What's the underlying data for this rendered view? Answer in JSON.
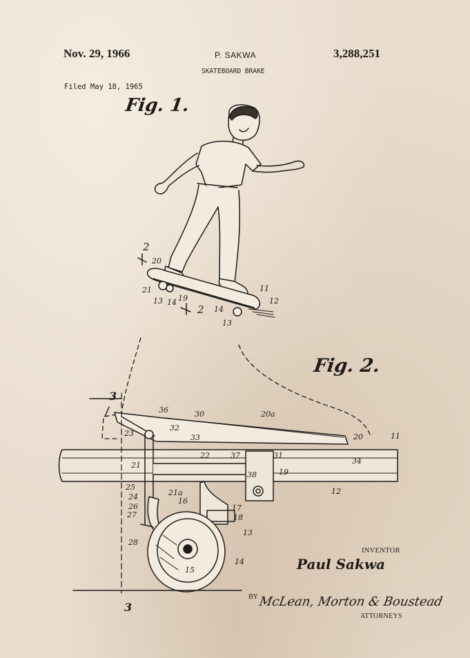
{
  "header": {
    "date": "Nov. 29, 1966",
    "inventor": "P. SAKWA",
    "patent_number": "3,288,251",
    "title": "SKATEBOARD BRAKE",
    "filed": "Filed May 18, 1965"
  },
  "figures": {
    "fig1_label": "Fig. 1.",
    "fig2_label": "Fig. 2."
  },
  "section_marks": {
    "fig1_a": "2",
    "fig1_b": "2",
    "fig2_a": "3",
    "fig2_b": "3"
  },
  "ref_numbers": {
    "fig1": [
      "20",
      "21",
      "13",
      "14",
      "19",
      "11",
      "12",
      "14",
      "13"
    ],
    "fig2": [
      "36",
      "30",
      "20a",
      "23",
      "32",
      "33",
      "20",
      "11",
      "22",
      "37",
      "31",
      "21",
      "38",
      "19",
      "34",
      "12",
      "25",
      "24",
      "21a",
      "16",
      "26",
      "27",
      "17",
      "18",
      "13",
      "28",
      "15",
      "14"
    ]
  },
  "signature": {
    "inventor_label": "INVENTOR",
    "inventor_name": "Paul Sakwa",
    "by": "BY",
    "firm": "McLean, Morton & Boustead",
    "attorneys": "ATTORNEYS"
  },
  "colors": {
    "paper": "#e8dccd",
    "ink": "#1e1b18"
  }
}
